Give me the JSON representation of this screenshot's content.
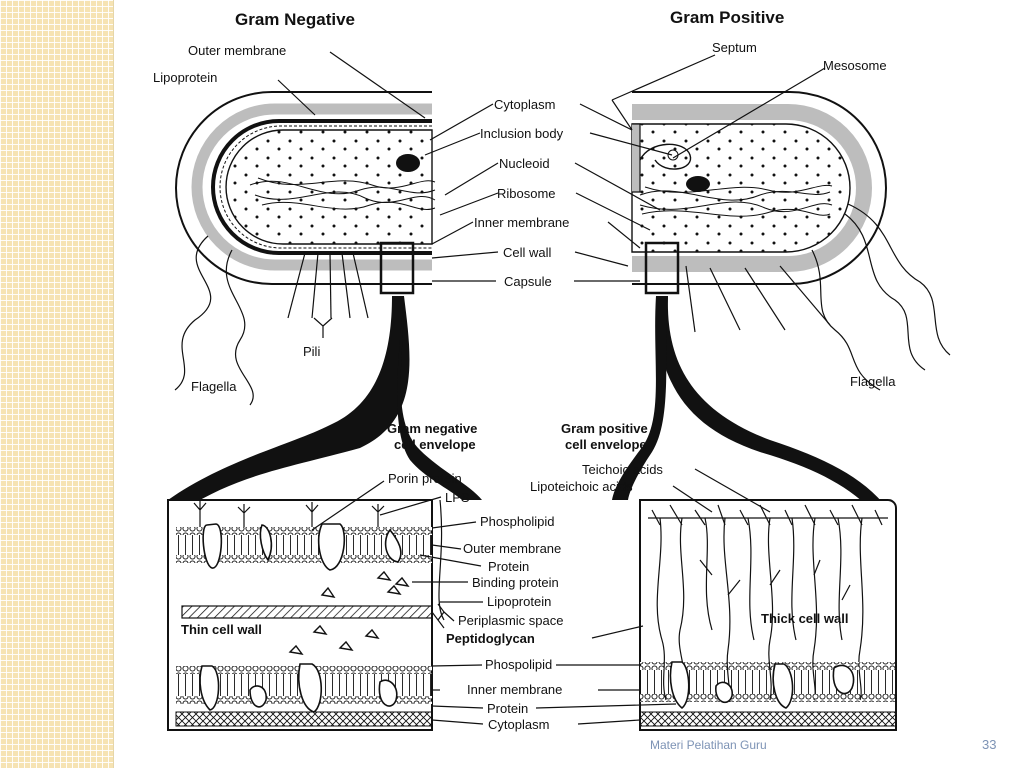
{
  "slide": {
    "footer": "Materi Pelatihan Guru",
    "page_number": "33",
    "colors": {
      "stripe": "#f6e3b3",
      "footer_text": "#7d93b5",
      "ink": "#111111",
      "wall_gray": "#bdbdbd"
    }
  },
  "diagram": {
    "gram_negative": {
      "title": "Gram Negative",
      "labels": {
        "outer_membrane": "Outer membrane",
        "lipoprotein": "Lipoprotein",
        "pili": "Pili",
        "flagella": "Flagella"
      },
      "envelope_title_line1": "Gram negative",
      "envelope_title_line2": "cell envelope",
      "thin_cell_wall": "Thin cell wall"
    },
    "gram_positive": {
      "title": "Gram Positive",
      "labels": {
        "septum": "Septum",
        "mesosome": "Mesosome",
        "flagella": "Flagella"
      },
      "envelope_title_line1": "Gram positive",
      "envelope_title_line2": "cell envelope",
      "thick_cell_wall": "Thick cell wall",
      "teichoic_acids": "Teichoic acids",
      "lipoteichoic_acids": "Lipoteichoic acids"
    },
    "center_labels": {
      "cytoplasm": "Cytoplasm",
      "inclusion_body": "Inclusion body",
      "nucleoid": "Nucleoid",
      "ribosome": "Ribosome",
      "inner_membrane": "Inner membrane",
      "cell_wall": "Cell wall",
      "capsule": "Capsule"
    },
    "envelope_labels": {
      "porin_protein": "Porin protein",
      "lps": "LPS",
      "phospholipid": "Phospholipid",
      "outer_membrane": "Outer membrane",
      "protein": "Protein",
      "binding_protein": "Binding protein",
      "lipoprotein": "Lipoprotein",
      "periplasmic_space": "Periplasmic space",
      "peptidoglycan": "Peptidoglycan",
      "phospolipid": "Phospolipid",
      "inner_membrane": "Inner membrane",
      "protein_lower": "Protein",
      "cytoplasm": "Cytoplasm"
    }
  }
}
